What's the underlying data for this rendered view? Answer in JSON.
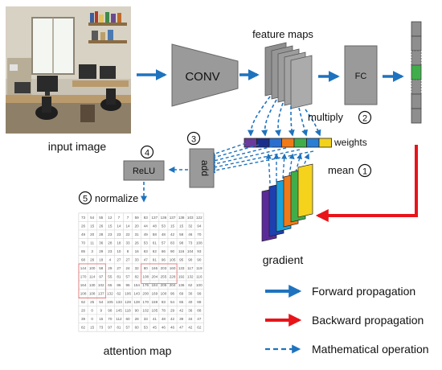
{
  "labels": {
    "input_image": "input image",
    "conv": "CONV",
    "feature_maps": "feature maps",
    "fc": "FC",
    "multiply": "multiply",
    "weights": "weights",
    "add": "add",
    "relu": "ReLU",
    "mean": "mean",
    "gradient": "gradient",
    "normalize": "normalize",
    "attention_map": "attention map"
  },
  "steps": {
    "multiply": "2",
    "mean": "1",
    "add": "3",
    "relu": "4",
    "normalize": "5"
  },
  "legend": [
    {
      "label": "Forward propagation",
      "color": "#1e73be",
      "style": "solid"
    },
    {
      "label": "Backward propagation",
      "color": "#e8141a",
      "style": "solid"
    },
    {
      "label": "Mathematical operation",
      "color": "#1e73be",
      "style": "dashed"
    }
  ],
  "colors": {
    "forward": "#1e73be",
    "backward": "#e8141a",
    "block_fill": "#9a9a9a",
    "weight_colors": [
      "#6a3a9c",
      "#1a2f8c",
      "#2a6fd0",
      "#f07a18",
      "#3fae4a",
      "#2a7fd4",
      "#f2d21c"
    ],
    "gradient_colors": [
      "#5b2a9a",
      "#1d3fb0",
      "#1aa0d8",
      "#f07a18",
      "#3fae4a",
      "#f5d31d"
    ],
    "output_highlight": "#3fae4a"
  },
  "attention_grid": [
    [
      "73",
      "54",
      "55",
      "12",
      "7",
      "7",
      "59",
      "83",
      "137",
      "136",
      "137",
      "138",
      "103",
      "122"
    ],
    [
      "26",
      "15",
      "26",
      "15",
      "14",
      "14",
      "20",
      "44",
      "48",
      "53",
      "15",
      "15",
      "32",
      "94"
    ],
    [
      "49",
      "20",
      "28",
      "23",
      "23",
      "22",
      "31",
      "49",
      "58",
      "48",
      "42",
      "58",
      "46",
      "70"
    ],
    [
      "70",
      "11",
      "36",
      "28",
      "18",
      "33",
      "26",
      "53",
      "61",
      "57",
      "83",
      "98",
      "73",
      "108"
    ],
    [
      "85",
      "3",
      "29",
      "23",
      "10",
      "8",
      "16",
      "63",
      "62",
      "66",
      "90",
      "116",
      "104",
      "93"
    ],
    [
      "68",
      "26",
      "18",
      "4",
      "27",
      "27",
      "33",
      "47",
      "91",
      "96",
      "105",
      "95",
      "90",
      "90"
    ],
    [
      "144",
      "100",
      "58",
      "29",
      "27",
      "24",
      "32",
      "80",
      "165",
      "203",
      "160",
      "133",
      "117",
      "119"
    ],
    [
      "170",
      "114",
      "97",
      "55",
      "81",
      "57",
      "82",
      "108",
      "204",
      "255",
      "228",
      "192",
      "132",
      "116"
    ],
    [
      "164",
      "130",
      "102",
      "65",
      "86",
      "96",
      "154",
      "176",
      "184",
      "205",
      "204",
      "136",
      "62",
      "100"
    ],
    [
      "108",
      "108",
      "137",
      "132",
      "62",
      "106",
      "143",
      "200",
      "169",
      "100",
      "96",
      "69",
      "30",
      "99"
    ],
    [
      "62",
      "25",
      "54",
      "105",
      "133",
      "128",
      "128",
      "170",
      "159",
      "83",
      "54",
      "65",
      "40",
      "88"
    ],
    [
      "20",
      "0",
      "9",
      "98",
      "145",
      "118",
      "90",
      "102",
      "105",
      "78",
      "29",
      "42",
      "36",
      "88"
    ],
    [
      "39",
      "0",
      "15",
      "70",
      "112",
      "60",
      "28",
      "33",
      "41",
      "48",
      "42",
      "39",
      "34",
      "47"
    ],
    [
      "82",
      "15",
      "73",
      "97",
      "81",
      "57",
      "60",
      "53",
      "45",
      "46",
      "46",
      "47",
      "42",
      "62"
    ]
  ]
}
